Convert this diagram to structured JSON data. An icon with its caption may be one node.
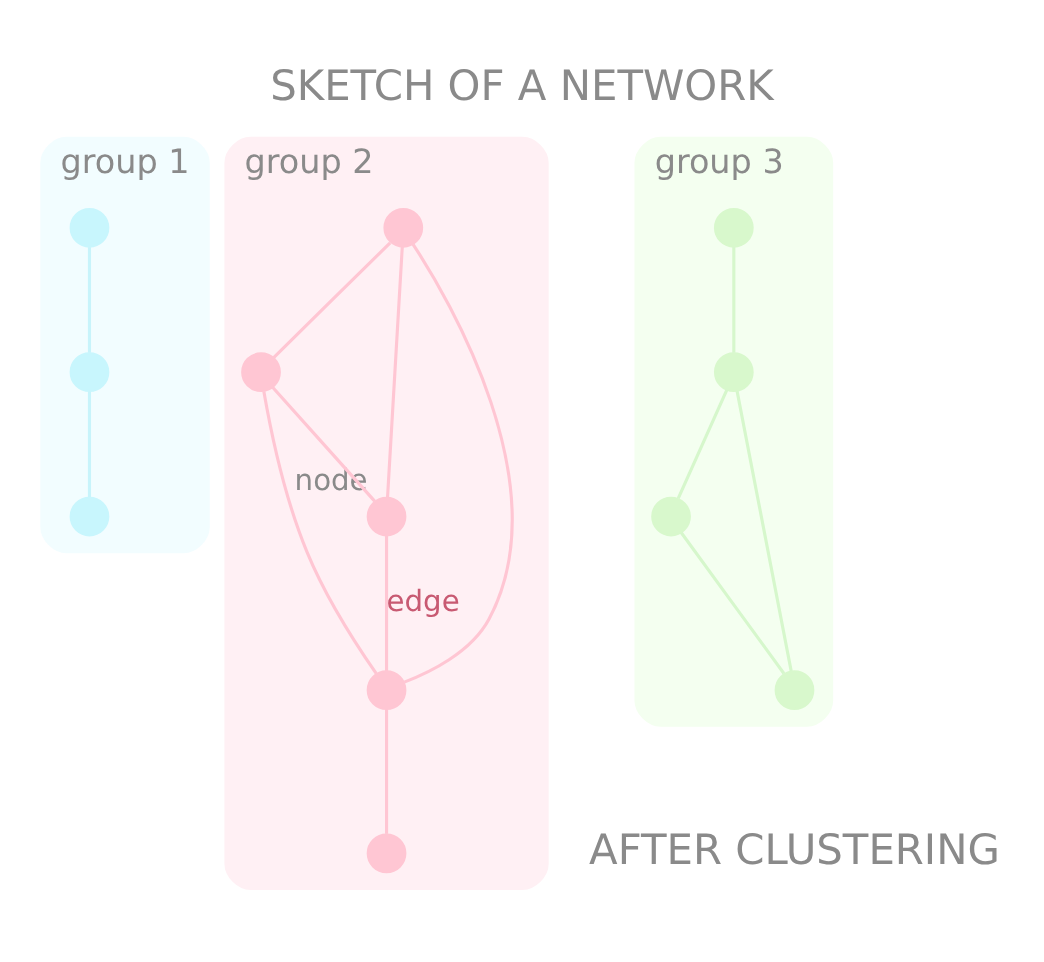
{
  "diagram": {
    "title": "SKETCH OF A NETWORK",
    "caption": "AFTER CLUSTERING",
    "nodes": [
      {
        "text": [
          "group 1"
        ]
      },
      {
        "text": [],
        "shape": "circle",
        "in": 0
      },
      {
        "text": [],
        "shape": "circle",
        "in": 0
      },
      {
        "text": [],
        "shape": "circle",
        "in": 0
      },
      {
        "text": [
          "group 2"
        ]
      },
      {
        "text": [],
        "shape": "circle",
        "in": 4
      },
      {
        "text": [],
        "shape": "circle",
        "in": 4
      },
      {
        "text": [],
        "shape": "circle",
        "in": 4,
        "beside": [
          "node"
        ]
      },
      {
        "text": [],
        "shape": "circle",
        "in": 4
      },
      {
        "text": [],
        "shape": "circle",
        "in": 4
      },
      {
        "text": [
          "group 3"
        ]
      },
      {
        "text": [],
        "shape": "circle",
        "in": 10
      },
      {
        "text": [],
        "shape": "circle",
        "in": 10
      },
      {
        "text": [],
        "shape": "circle",
        "in": 10
      },
      {
        "text": [],
        "shape": "circle",
        "in": 10
      }
    ],
    "edges": [
      {
        "from": 1,
        "to": 2,
        "arrow": "none",
        "color": "#c8f4fb"
      },
      {
        "from": 2,
        "to": 3,
        "arrow": "none",
        "color": "#c8f4fb"
      },
      {
        "from": 5,
        "to": 7,
        "arrow": "none"
      },
      {
        "from": 5,
        "to": 6,
        "arrow": "none"
      },
      {
        "from": 6,
        "to": 7,
        "arrow": "none"
      },
      {
        "from": 5,
        "to": 8,
        "arrow": "none"
      },
      {
        "from": 6,
        "to": 8,
        "arrow": "none"
      },
      {
        "from": 7,
        "to": 8,
        "arrow": "none",
        "label": "edge"
      },
      {
        "from": 8,
        "to": 9,
        "arrow": "none"
      },
      {
        "from": 11,
        "to": 12,
        "arrow": "none",
        "color": "#d6f7cc"
      },
      {
        "from": 12,
        "to": 13,
        "arrow": "none",
        "color": "#d6f7cc"
      },
      {
        "from": 12,
        "to": 14,
        "arrow": "none",
        "color": "#d6f7cc"
      },
      {
        "from": 13,
        "to": 14,
        "arrow": "none",
        "color": "#d6f7cc"
      }
    ]
  }
}
